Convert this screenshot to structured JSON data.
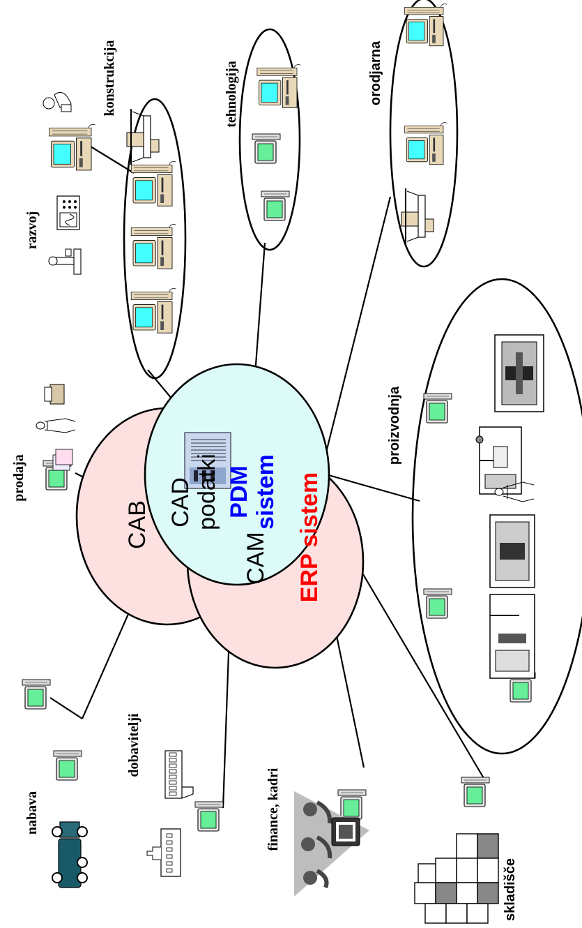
{
  "groups": {
    "konstrukcija": "konstrukcija",
    "tehnologija": "tehnologija",
    "orodjarna": "orodjarna",
    "razvoj": "razvoj",
    "prodaja": "prodaja",
    "proizvodnja": "proizvodnja",
    "nabava": "nabava",
    "dobavitelji": "dobavitelji",
    "finance": "finance, kadri",
    "skladisce": "skladišče"
  },
  "venn": {
    "cab": "CAB",
    "cam": "CAM",
    "cad": "CAD",
    "podatki": "podatki",
    "pdm": "PDM",
    "pdm_sistem": "sistem",
    "erp": "ERP sistem"
  },
  "colors": {
    "venn_pink": "#fde0e0",
    "venn_cyan": "#dcfaf8",
    "pdm_blue": "#0000ff",
    "erp_red": "#ff0000",
    "monitor_screen_cyan": "#44ffff",
    "monitor_screen_green": "#66ee99",
    "computer_beige": "#e8d8b8"
  }
}
